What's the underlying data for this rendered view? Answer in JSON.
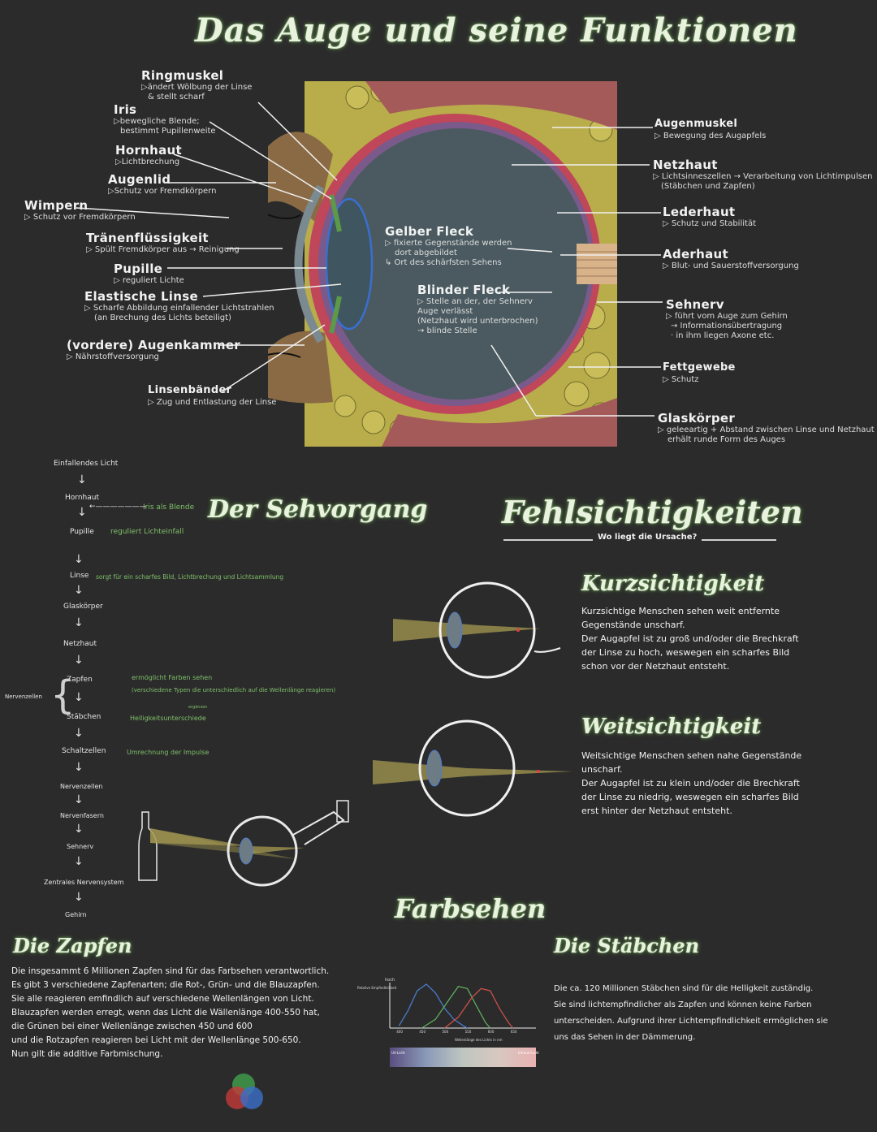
{
  "title": "Das Auge und seine Funktionen",
  "eye_labels_left": [
    {
      "name": "Ringmuskel",
      "desc": [
        "▷ändert Wölbung der Linse",
        "& stellt scharf"
      ]
    },
    {
      "name": "Iris",
      "desc": [
        "▷bewegliche Blende;",
        "bestimmt Pupillenweite"
      ]
    },
    {
      "name": "Hornhaut",
      "desc": [
        "▷Lichtbrechung"
      ]
    },
    {
      "name": "Augenlid",
      "desc": [
        "▷Schutz vor Fremdkörpern"
      ]
    },
    {
      "name": "Wimpern",
      "desc": [
        "▷ Schutz vor Fremdkörpern"
      ]
    },
    {
      "name": "Tränenflüssigkeit",
      "desc": [
        "▷ Spült Fremdkörper aus → Reinigung"
      ]
    },
    {
      "name": "Pupille",
      "desc": [
        "▷ reguliert Lichte"
      ]
    },
    {
      "name": "Elastische Linse",
      "desc": [
        "▷ Scharfe Abbildung einfallender Lichtstrahlen",
        "(an Brechung des Lichts beteiligt)"
      ]
    },
    {
      "name": "(vordere) Augenkammer",
      "desc": [
        "▷ Nährstoffversorgung"
      ]
    },
    {
      "name": "Linsenbänder",
      "desc": [
        "▷ Zug und Entlastung der Linse"
      ]
    }
  ],
  "eye_labels_center": [
    {
      "name": "Gelber Fleck",
      "desc": [
        "▷ fixierte Gegenstände werden",
        "dort abgebildet",
        "↳ Ort des schärfsten Sehens"
      ]
    },
    {
      "name": "Blinder Fleck",
      "desc": [
        "▷ Stelle an der, der Sehnerv",
        "Auge verlässt",
        "(Netzhaut wird unterbrochen)",
        "→ blinde Stelle"
      ]
    }
  ],
  "eye_labels_right": [
    {
      "name": "Augenmuskel",
      "desc": [
        "▷ Bewegung des Augapfels"
      ]
    },
    {
      "name": "Netzhaut",
      "desc": [
        "▷ Lichtsinneszellen → Verarbeitung von Lichtimpulsen",
        "(Stäbchen und Zapfen)"
      ]
    },
    {
      "name": "Lederhaut",
      "desc": [
        "▷ Schutz und Stabilität"
      ]
    },
    {
      "name": "Aderhaut",
      "desc": [
        "▷ Blut- und Sauerstoffversorgung"
      ]
    },
    {
      "name": "Sehnerv",
      "desc": [
        "▷ führt vom Auge zum Gehirn",
        "→ Informationsübertragung",
        "· in ihm liegen Axone etc."
      ]
    },
    {
      "name": "Fettgewebe",
      "desc": [
        "▷ Schutz"
      ]
    },
    {
      "name": "Glaskörper",
      "desc": [
        "▷ geleeartig + Abstand zwischen Linse und Netzhaut",
        "erhält runde Form des Auges"
      ]
    }
  ],
  "sehvorgang": {
    "title": "Der Sehvorgang",
    "steps": [
      "Einfallendes Licht",
      "Hornhaut",
      "Pupille",
      "Linse",
      "Glaskörper",
      "Netzhaut",
      "Zapfen",
      "Stäbchen",
      "Schaltzellen",
      "Nervenzellen",
      "Nervenfasern",
      "Sehnerv",
      "Zentrales Nervensystem",
      "Gehirn"
    ],
    "notes": {
      "iris": "Iris als Blende",
      "pupille": "reguliert Lichteinfall",
      "linse": "sorgt für ein scharfes Bild, Lichtbrechung und Lichtsammlung",
      "zapfen1": "ermöglicht Farben sehen",
      "zapfen2": "(verschiedene Typen die unterschiedlich auf die Wellenlänge reagieren)",
      "zapfen3": "ergänzen",
      "staebchen": "Helligkeitsunterschiede",
      "schaltzellen": "Umrechnung der Impulse",
      "nervenzellen": "Nervenzellen"
    }
  },
  "fehlsicht": {
    "title": "Fehlsichtigkeiten",
    "subtitle": "Wo liegt die Ursache?",
    "kurz_title": "Kurzsichtigkeit",
    "kurz_text": [
      "Kurzsichtige Menschen sehen weit entfernte",
      "Gegenstände unscharf.",
      "Der Augapfel ist zu groß und/oder die Brechkraft",
      "der Linse zu hoch, weswegen ein scharfes Bild",
      "schon vor der Netzhaut entsteht."
    ],
    "weit_title": "Weitsichtigkeit",
    "weit_text": [
      "Weitsichtige Menschen sehen nahe Gegenstände",
      "unscharf.",
      "Der Augapfel ist zu klein und/oder die Brechkraft",
      "der Linse zu niedrig, weswegen ein scharfes Bild",
      "erst hinter der Netzhaut entsteht."
    ]
  },
  "farbsehen": {
    "title": "Farbsehen",
    "zapfen_title": "Die Zapfen",
    "zapfen_text": [
      "Die insgesammt 6 Millionen Zapfen sind für das Farbsehen verantwortlich.",
      "Es gibt 3 verschiedene Zapfenarten; die Rot-, Grün- und die Blauzapfen.",
      "Sie alle reagieren emfindlich auf verschiedene Wellenlängen von Licht.",
      "Blauzapfen werden erregt, wenn das Licht die Wällenlänge 400-550 hat,",
      "die Grünen bei einer Wellenlänge zwischen 450 und 600",
      "und die Rotzapfen reagieren bei Licht mit der Wellenlänge 500-650.",
      "Nun gilt die additive Farbmischung."
    ],
    "staebchen_title": "Die Stäbchen",
    "staebchen_text": [
      "Die ca. 120 Millionen Stäbchen sind für die Helligkeit zuständig.",
      "Sie sind lichtempfindlicher als Zapfen und können keine Farben",
      "unterscheiden. Aufgrund ihrer Lichtempfindlichkeit ermöglichen sie",
      "uns das Sehen in der Dämmerung."
    ]
  },
  "chart_data": {
    "type": "line",
    "ylabel": "Relative Empfindlichkeit",
    "y_top_label": "hoch",
    "xlabel": "Wellenlänge des Lichts in nm",
    "x_ticks": [
      "400",
      "450",
      "500",
      "550",
      "600",
      "650"
    ],
    "xlim": [
      380,
      700
    ],
    "ylim": [
      0,
      1
    ],
    "uv_label": "UV-Licht",
    "ir_label": "Infrarot-Licht",
    "series": [
      {
        "color": "#4a7ac8",
        "x": [
          400,
          420,
          440,
          460,
          480,
          500,
          520,
          540,
          550
        ],
        "y": [
          0.05,
          0.4,
          0.85,
          1.0,
          0.8,
          0.45,
          0.2,
          0.06,
          0.0
        ]
      },
      {
        "color": "#5fae5f",
        "x": [
          450,
          480,
          510,
          530,
          550,
          570,
          590,
          600
        ],
        "y": [
          0.0,
          0.2,
          0.65,
          0.95,
          0.9,
          0.5,
          0.12,
          0.0
        ]
      },
      {
        "color": "#c9504a",
        "x": [
          500,
          530,
          560,
          580,
          600,
          620,
          640,
          650
        ],
        "y": [
          0.0,
          0.25,
          0.7,
          0.9,
          0.85,
          0.45,
          0.12,
          0.0
        ]
      }
    ]
  },
  "colors": {
    "background": "#2b2b2b",
    "accent_green": "#7fc06a",
    "title_glow": "#7fb069"
  }
}
